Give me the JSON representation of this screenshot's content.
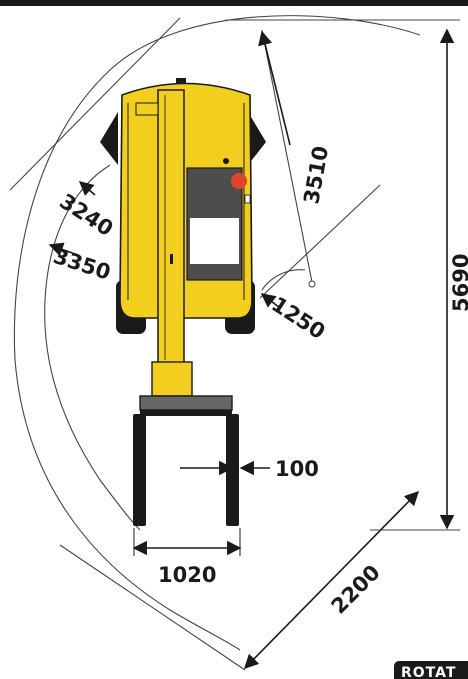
{
  "dimensions": {
    "d3510": "3510",
    "d5690": "5690",
    "d3240": "3240",
    "d3350": "3350",
    "d1250": "1250",
    "d100": "100",
    "d1020": "1020",
    "d2200": "2200"
  },
  "badge": {
    "label": "ROTAT"
  },
  "colors": {
    "body": "#f2cf1f",
    "body_dark": "#c9a912",
    "outline": "#1a1a1a",
    "cab": "#4d4d4d",
    "tire": "#1a1a1a",
    "beacon": "#e0452b"
  }
}
